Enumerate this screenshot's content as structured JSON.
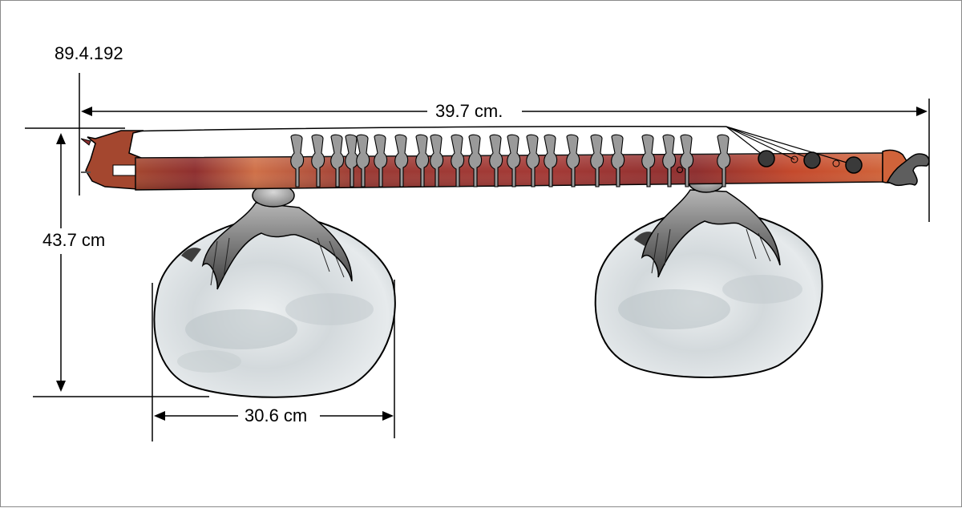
{
  "accession_number": "89.4.192",
  "dimensions": {
    "length": "39.7 cm.",
    "height": "43.7 cm",
    "width": "30.6 cm"
  },
  "colors": {
    "neck_dark": "#8e2f2f",
    "neck_light": "#cf7048",
    "neck_tail": "#b8402c",
    "gourd_fill": "#dfe4e6",
    "gourd_shade": "#b9c2c6",
    "metal_grey": "#8a8a8a",
    "outline": "#000000"
  },
  "icons": {
    "headstock": "peacock-head-icon",
    "fret": "curved-fret-icon",
    "tuning_peg": "round-peg-icon"
  }
}
